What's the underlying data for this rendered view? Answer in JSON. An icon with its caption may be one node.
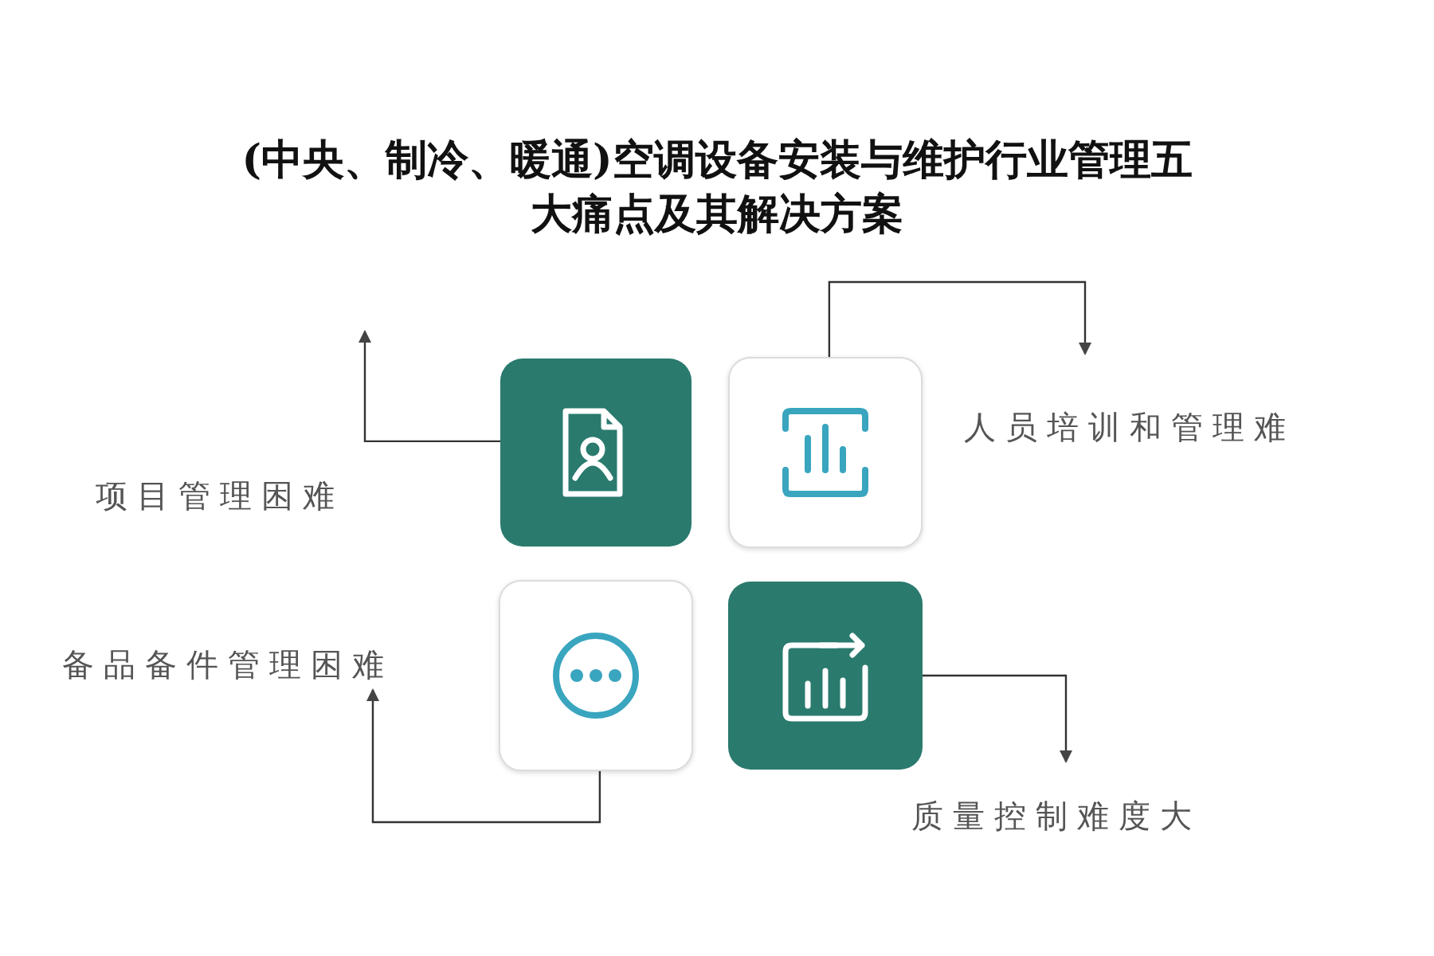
{
  "diagram": {
    "title": "(中央、制冷、暖通)空调设备安装与维护行业管理五大痛点及其解决方案",
    "nodes": [
      {
        "text": [],
        "shape": "box"
      },
      {
        "text": [],
        "shape": "box"
      },
      {
        "text": [],
        "shape": "box"
      },
      {
        "text": [],
        "shape": "box"
      },
      {
        "text": [
          "人员培训和管理难"
        ]
      },
      {
        "text": [
          "备品备件管理困难"
        ]
      },
      {
        "text": [
          "质量控制难度大"
        ]
      }
    ],
    "edges": [
      {
        "from": 0,
        "to": null,
        "arrow": "to"
      },
      {
        "from": 1,
        "to": 4,
        "arrow": "to"
      },
      {
        "from": 2,
        "to": 5,
        "arrow": "to"
      },
      {
        "from": 3,
        "to": 6,
        "arrow": "to"
      }
    ],
    "labels": [
      "项目管理困难"
    ]
  }
}
